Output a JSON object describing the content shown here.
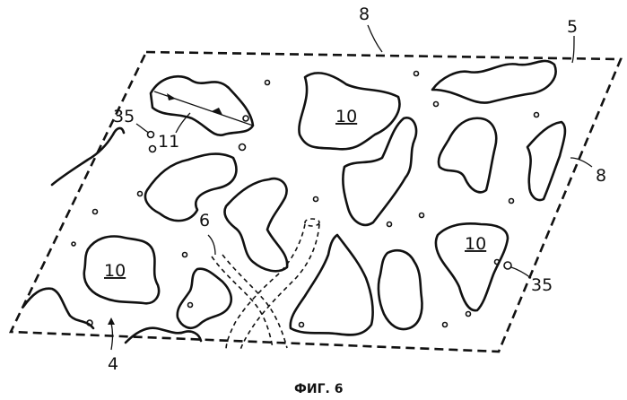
{
  "labels": {
    "frame_top": "8",
    "frame_right": "8",
    "corner": "5",
    "bottom_left": "4",
    "arrow_label": "11",
    "channel": "6",
    "hole_left": "35",
    "hole_right": "35",
    "region_top": "10",
    "region_left": "10",
    "region_right": "10"
  },
  "caption": "ФИГ. 6"
}
